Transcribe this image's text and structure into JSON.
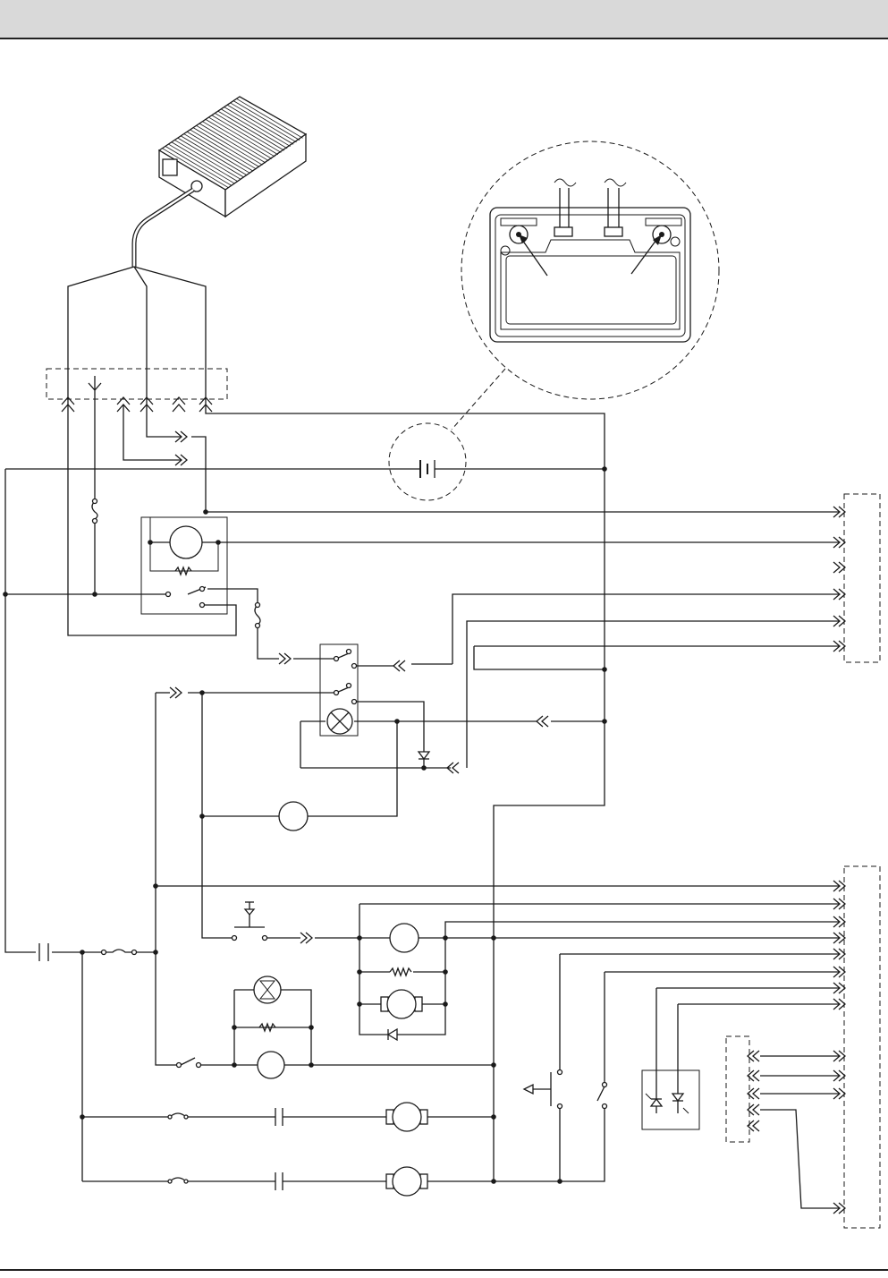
{
  "diagram": {
    "type": "wiring-schematic",
    "colors": {
      "line": "#1a1a1a",
      "header": "#d9d9d9",
      "background": "#ffffff"
    },
    "components": [
      "charger-unit",
      "battery-detail-inset",
      "charger-connector",
      "battery",
      "fuse",
      "relay-module",
      "key-switch",
      "indicator-lamp",
      "motor",
      "main-fuse",
      "contactor",
      "horn-button",
      "pump-motor",
      "drive-motor-1",
      "drive-motor-2",
      "tilt-switch",
      "led-module",
      "main-harness-connector"
    ]
  }
}
